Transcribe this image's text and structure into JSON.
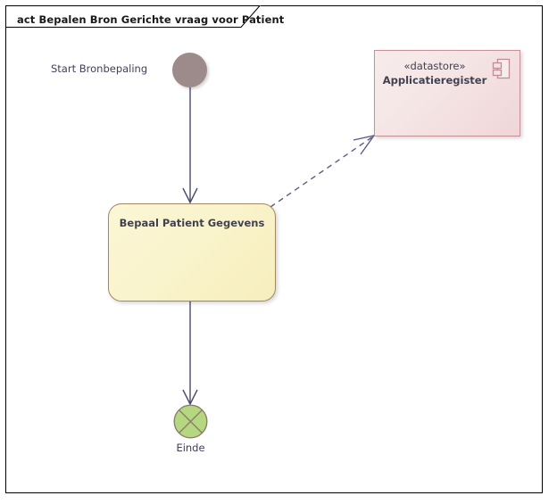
{
  "diagram": {
    "frame": {
      "tab_label": "act Bepalen Bron Gerichte vraag voor Patient",
      "border_color": "#000000",
      "background": "#ffffff"
    },
    "nodes": [
      {
        "id": "start",
        "type": "initial-node",
        "label": "Start Bronbepaling",
        "fill": "#9d8a8a"
      },
      {
        "id": "activity",
        "type": "action-node",
        "label": "Bepaal Patient Gegevens",
        "fill": "#faf4cd",
        "border": "#a08a63"
      },
      {
        "id": "datastore",
        "type": "datastore-node",
        "stereotype": "«datastore»",
        "label": "Applicatieregister",
        "icon": "component-icon",
        "fill": "#f5e6e6",
        "border": "#c8919a"
      },
      {
        "id": "end",
        "type": "flow-final-node",
        "label": "Einde",
        "fill": "#b5d77f",
        "border": "#8a7f6a"
      }
    ],
    "edges": [
      {
        "id": "start-to-activity",
        "type": "control-flow",
        "from": "start",
        "to": "activity",
        "style": "solid",
        "color": "#4a4a6e"
      },
      {
        "id": "activity-to-end",
        "type": "control-flow",
        "from": "activity",
        "to": "end",
        "style": "solid",
        "color": "#4a4a6e"
      },
      {
        "id": "activity-to-datastore",
        "type": "dependency",
        "from": "activity",
        "to": "datastore",
        "style": "dashed",
        "color": "#5c5c82"
      }
    ]
  }
}
